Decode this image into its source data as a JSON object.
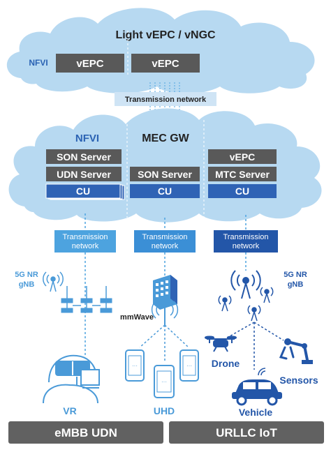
{
  "top_cloud": {
    "title": "Light vEPC / vNGC",
    "nfvi_label": "NFVI",
    "boxes": [
      "vEPC",
      "vEPC"
    ]
  },
  "transmission_top": "Transmission network",
  "mec_cloud": {
    "title": "MEC GW",
    "nfvi_label": "NFVI",
    "col1": [
      "SON Server",
      "UDN Server",
      "CU"
    ],
    "col2": [
      "SON Server",
      "CU"
    ],
    "col3": [
      "vEPC",
      "MTC Server",
      "CU"
    ]
  },
  "transmission_boxes": [
    {
      "line1": "Transmission",
      "line2": "network"
    },
    {
      "line1": "Transmission",
      "line2": "network"
    },
    {
      "line1": "Transmission",
      "line2": "network"
    }
  ],
  "left_gnb": {
    "line1": "5G NR",
    "line2": "gNB"
  },
  "right_gnb": {
    "line1": "5G NR",
    "line2": "gNB"
  },
  "mmwave_label": "mmWave",
  "device_labels": {
    "vr": "VR",
    "uhd": "UHD",
    "drone": "Drone",
    "sensors": "Sensors",
    "vehicle": "Vehicle"
  },
  "footer": {
    "left": "eMBB UDN",
    "right": "URLLC IoT"
  },
  "colors": {
    "cloud": "#b7d9f1",
    "dark_box": "#595959",
    "cu_blue": "#2f63b5",
    "tn_light": "#4da3df",
    "tn_dark": "#2356a8",
    "icon_blue": "#4a9ad8",
    "footer_gray": "#616161"
  }
}
